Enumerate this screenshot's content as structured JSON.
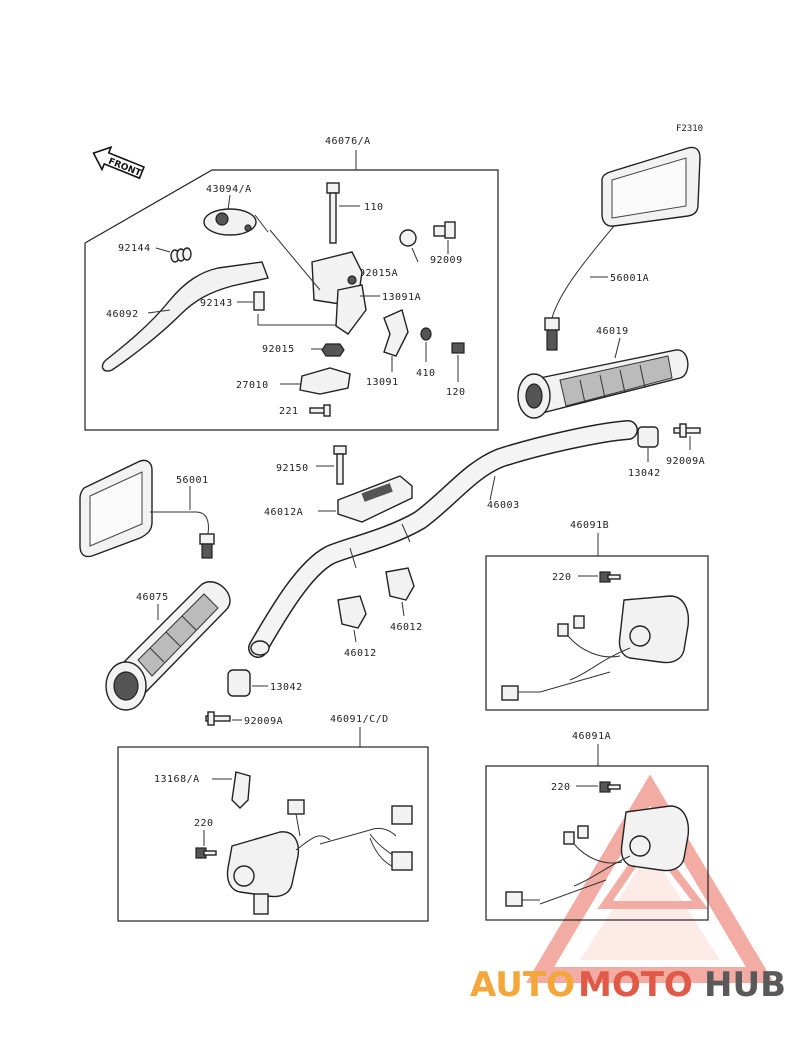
{
  "figure_id": "F2310",
  "front_label": "FRONT",
  "labels": {
    "p46076A": "46076/A",
    "p43094A": "43094/A",
    "p110": "110",
    "p92144": "92144",
    "p92015A": "92015A",
    "p92009": "92009",
    "p46092": "46092",
    "p92143": "92143",
    "p13091A": "13091A",
    "p92015": "92015",
    "p13091": "13091",
    "p410": "410",
    "p120": "120",
    "p27010": "27010",
    "p221": "221",
    "p56001A": "56001A",
    "p46019": "46019",
    "p13042a": "13042",
    "p92009Aa": "92009A",
    "p92150": "92150",
    "p56001": "56001",
    "p46003": "46003",
    "p46012A": "46012A",
    "p46091B": "46091B",
    "p220a": "220",
    "p46075": "46075",
    "p46012a": "46012",
    "p46012b": "46012",
    "p13042b": "13042",
    "p92009Ab": "92009A",
    "p46091CD": "46091/C/D",
    "p13168A": "13168/A",
    "p220b": "220",
    "p46091A": "46091A",
    "p220c": "220"
  },
  "watermark": {
    "part1": "AUTO",
    "part2": "MOTO",
    "part3": "HUB",
    "color_auto": "#f3a73a",
    "color_moto": "#e05a48",
    "color_hub": "#5a5a5a"
  }
}
